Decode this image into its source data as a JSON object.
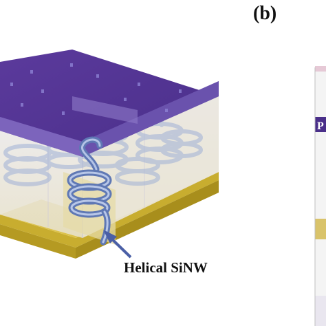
{
  "panel_label": "(b)",
  "annotation": "Helical SiNW",
  "side_panel_letter": "P",
  "colors": {
    "top_layer": "#5a3a9a",
    "top_layer_front": "#6f57b4",
    "substrate": "#d9be3c",
    "substrate_front": "#bda227",
    "helix": "#7f97c8",
    "arrow": "#4a5fa6"
  }
}
